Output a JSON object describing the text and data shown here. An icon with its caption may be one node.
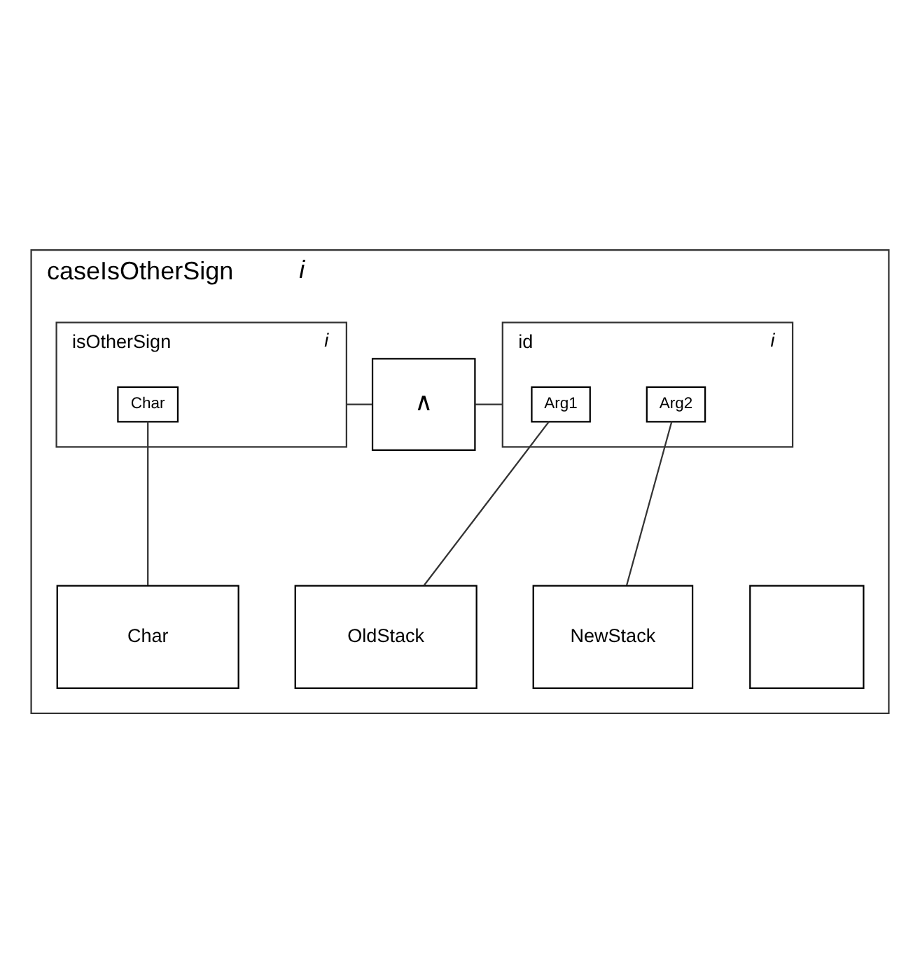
{
  "diagram": {
    "nodes": [
      {
        "text": [
          "caseIsOtherSign",
          "i"
        ]
      },
      {
        "text": [
          "isOtherSign",
          "i"
        ],
        "in": 0
      },
      {
        "text": [
          "Char"
        ],
        "in": 1
      },
      {
        "text": [
          "∧"
        ],
        "in": 0
      },
      {
        "text": [
          "id",
          "i"
        ],
        "in": 0
      },
      {
        "text": [
          "Arg1"
        ],
        "in": 4
      },
      {
        "text": [
          "Arg2"
        ],
        "in": 4
      },
      {
        "text": [
          "Char"
        ],
        "in": 0
      },
      {
        "text": [
          "OldStack"
        ],
        "in": 0
      },
      {
        "text": [
          "NewStack"
        ],
        "in": 0
      },
      {
        "text": [],
        "shape": "box",
        "in": 0
      }
    ],
    "edges": [
      {
        "from": 1,
        "to": 3,
        "arrow": "none"
      },
      {
        "from": 3,
        "to": 4,
        "arrow": "none"
      },
      {
        "from": 2,
        "to": 7,
        "arrow": "none"
      },
      {
        "from": 5,
        "to": 8,
        "arrow": "none"
      },
      {
        "from": 6,
        "to": 9,
        "arrow": "none"
      }
    ]
  }
}
